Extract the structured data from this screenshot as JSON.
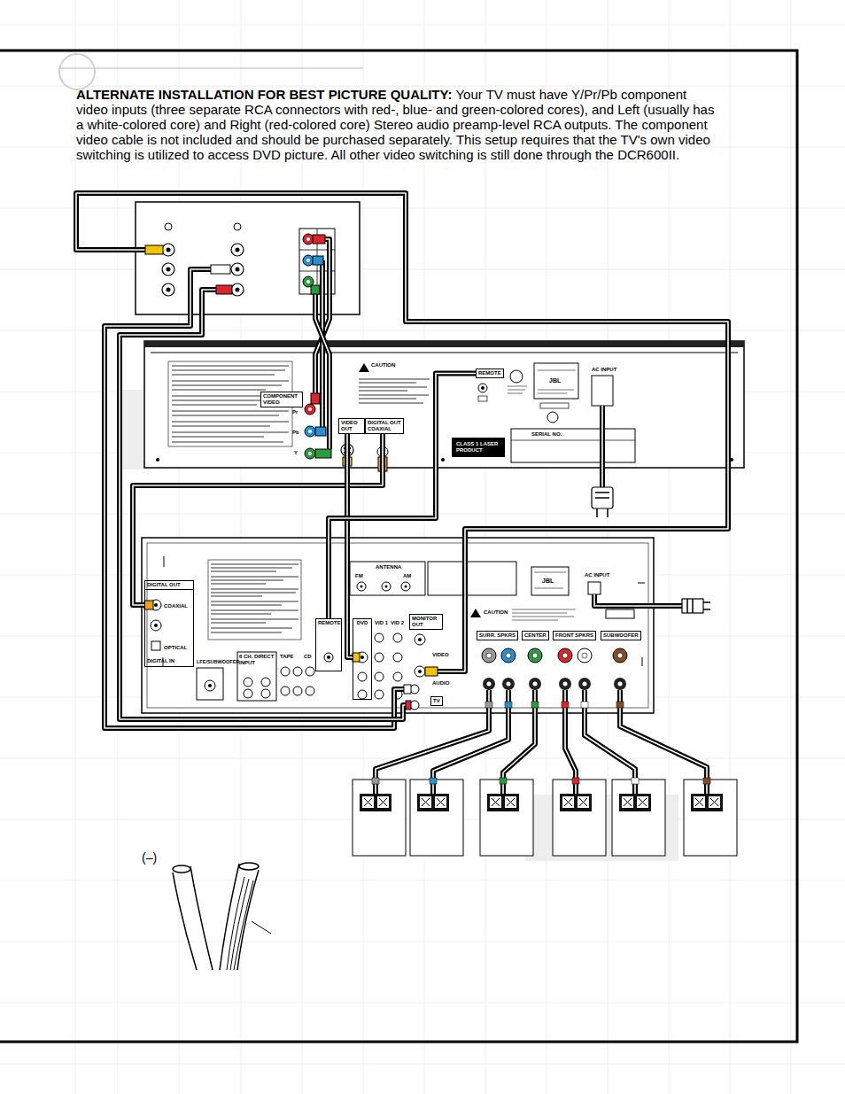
{
  "diagram": {
    "title": "ALTERNATE INSTALLATION FOR BEST PICTURE QUALITY:",
    "nodes": [
      {
        "text": [
          "COMPONENT VIDEO"
        ]
      },
      {
        "text": [
          "VIDEO OUT"
        ]
      },
      {
        "text": [
          "DIGITAL OUT",
          "COAXIAL"
        ]
      },
      {
        "text": [
          "REMOTE"
        ]
      },
      {
        "text": [
          "CLASS 1 LASER PRODUCT"
        ]
      },
      {
        "text": [
          "DIGITAL OUT",
          "COAXIAL",
          "OPTICAL",
          "DIGITAL IN"
        ]
      },
      {
        "text": [
          "REMOTE"
        ]
      },
      {
        "text": [
          "DVD"
        ]
      },
      {
        "text": [
          "MONITOR OUT"
        ]
      },
      {
        "text": [
          "TV"
        ]
      },
      {
        "text": [
          "SURR. SPKRS"
        ]
      },
      {
        "text": [
          "CENTER"
        ]
      },
      {
        "text": [
          "FRONT SPKRS"
        ]
      },
      {
        "text": [
          "SUBWOOFER"
        ]
      }
    ],
    "edges": [
      {
        "from": 2,
        "to": 5,
        "arrow": "none"
      },
      {
        "from": 1,
        "to": 7,
        "arrow": "none"
      },
      {
        "from": 3,
        "to": 6,
        "arrow": "none"
      }
    ],
    "labels": [
      "Your TV must have Y/Pr/Pb component video inputs (three separate RCA connectors with red-, blue- and green-colored cores), and Left (usually has a white-colored core) and Right (red-colored core) Stereo audio preamp-level RCA outputs. The component video cable is not included and should be purchased separately. This setup requires that the TV's own video switching is utilized to access DVD picture. All other video switching is still done through the DCR600II.",
      "Pr",
      "Pb",
      "Y",
      "CAUTION",
      "AC INPUT",
      "JBL",
      "SERIAL NO.",
      "ANTENNA",
      "FM",
      "AM",
      "JBL",
      "AC INPUT",
      "CAUTION",
      "6 CH. DIRECT INPUT",
      "LFE/SUBWOOFER",
      "TAPE",
      "CD",
      "VID 1",
      "VID 2",
      "VIDEO",
      "AUDIO",
      "(–)"
    ]
  }
}
